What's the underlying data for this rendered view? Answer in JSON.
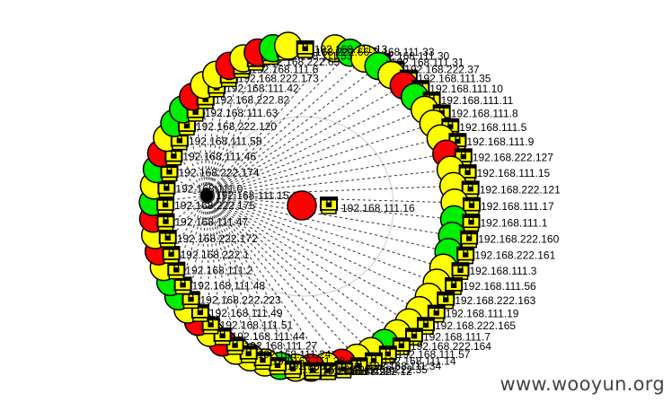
{
  "status_colors": {
    "red": "#ff0000",
    "yellow": "#ffff00",
    "green": "#00ee00"
  },
  "hub": {
    "label": "192.168.111.16",
    "status": "red",
    "icon": "lock-server-icon"
  },
  "center_label": "192.168.111.15",
  "watermark": "www.wooyun.org",
  "nodes": [
    {
      "label": "192.168.111.33",
      "status": "yellow"
    },
    {
      "label": "192.168.111.30",
      "status": "green"
    },
    {
      "label": "192.168.111.31",
      "status": "yellow"
    },
    {
      "label": "192.168.222.37",
      "status": "green"
    },
    {
      "label": "192.168.111.35",
      "status": "yellow"
    },
    {
      "label": "192.168.111.10",
      "status": "red"
    },
    {
      "label": "192.168.111.11",
      "status": "green"
    },
    {
      "label": "192.168.111.8",
      "status": "yellow"
    },
    {
      "label": "192.168.111.5",
      "status": "yellow"
    },
    {
      "label": "192.168.111.9",
      "status": "yellow"
    },
    {
      "label": "192.168.222.127",
      "status": "red"
    },
    {
      "label": "192.168.111.15",
      "status": "yellow"
    },
    {
      "label": "192.168.222.121",
      "status": "yellow"
    },
    {
      "label": "192.168.111.17",
      "status": "yellow"
    },
    {
      "label": "192.168.111.1",
      "status": "green"
    },
    {
      "label": "192.168.222.160",
      "status": "green"
    },
    {
      "label": "192.168.222.161",
      "status": "green"
    },
    {
      "label": "192.168.111.3",
      "status": "yellow"
    },
    {
      "label": "192.168.111.56",
      "status": "yellow"
    },
    {
      "label": "192.168.222.163",
      "status": "yellow"
    },
    {
      "label": "192.168.111.19",
      "status": "yellow"
    },
    {
      "label": "192.168.222.165",
      "status": "yellow"
    },
    {
      "label": "192.168.111.7",
      "status": "yellow"
    },
    {
      "label": "192.168.222.164",
      "status": "green"
    },
    {
      "label": "192.168.111.57",
      "status": "yellow"
    },
    {
      "label": "192.168.111.14",
      "status": "yellow"
    },
    {
      "label": "192.168.111.34",
      "status": "red"
    },
    {
      "label": "192.168.222.35",
      "status": "yellow"
    },
    {
      "label": "192.168.222.12",
      "status": "red"
    },
    {
      "label": "192.168.111.29",
      "status": "yellow"
    },
    {
      "label": "192.168.222.77",
      "status": "green"
    },
    {
      "label": "192.168.111.26",
      "status": "yellow"
    },
    {
      "label": "192.168.111.28",
      "status": "yellow"
    },
    {
      "label": "192.168.111.24",
      "status": "yellow"
    },
    {
      "label": "192.168.111.27",
      "status": "red"
    },
    {
      "label": "192.168.111.44",
      "status": "yellow"
    },
    {
      "label": "192.168.111.51",
      "status": "red"
    },
    {
      "label": "192.168.111.49",
      "status": "yellow"
    },
    {
      "label": "192.168.222.223",
      "status": "green"
    },
    {
      "label": "192.168.111.48",
      "status": "green"
    },
    {
      "label": "192.168.111.2",
      "status": "yellow"
    },
    {
      "label": "192.168.222.1",
      "status": "red"
    },
    {
      "label": "192.168.222.172",
      "status": "yellow"
    },
    {
      "label": "192.168.111.47",
      "status": "red"
    },
    {
      "label": "192.168.222.175",
      "status": "green"
    },
    {
      "label": "192.168.111.0",
      "status": "yellow"
    },
    {
      "label": "192.168.222.174",
      "status": "green"
    },
    {
      "label": "192.168.111.46",
      "status": "red"
    },
    {
      "label": "192.168.111.58",
      "status": "yellow"
    },
    {
      "label": "192.168.222.120",
      "status": "green"
    },
    {
      "label": "192.168.111.63",
      "status": "green"
    },
    {
      "label": "192.168.222.82",
      "status": "red"
    },
    {
      "label": "192.168.111.42",
      "status": "yellow"
    },
    {
      "label": "192.168.222.173",
      "status": "yellow"
    },
    {
      "label": "192.168.111.6",
      "status": "red"
    },
    {
      "label": "192.168.222.65",
      "status": "yellow"
    },
    {
      "label": "192.168.111.53",
      "status": "red"
    },
    {
      "label": "192.168.222.66",
      "status": "green"
    },
    {
      "label": "192.168.111.13",
      "status": "yellow"
    }
  ]
}
